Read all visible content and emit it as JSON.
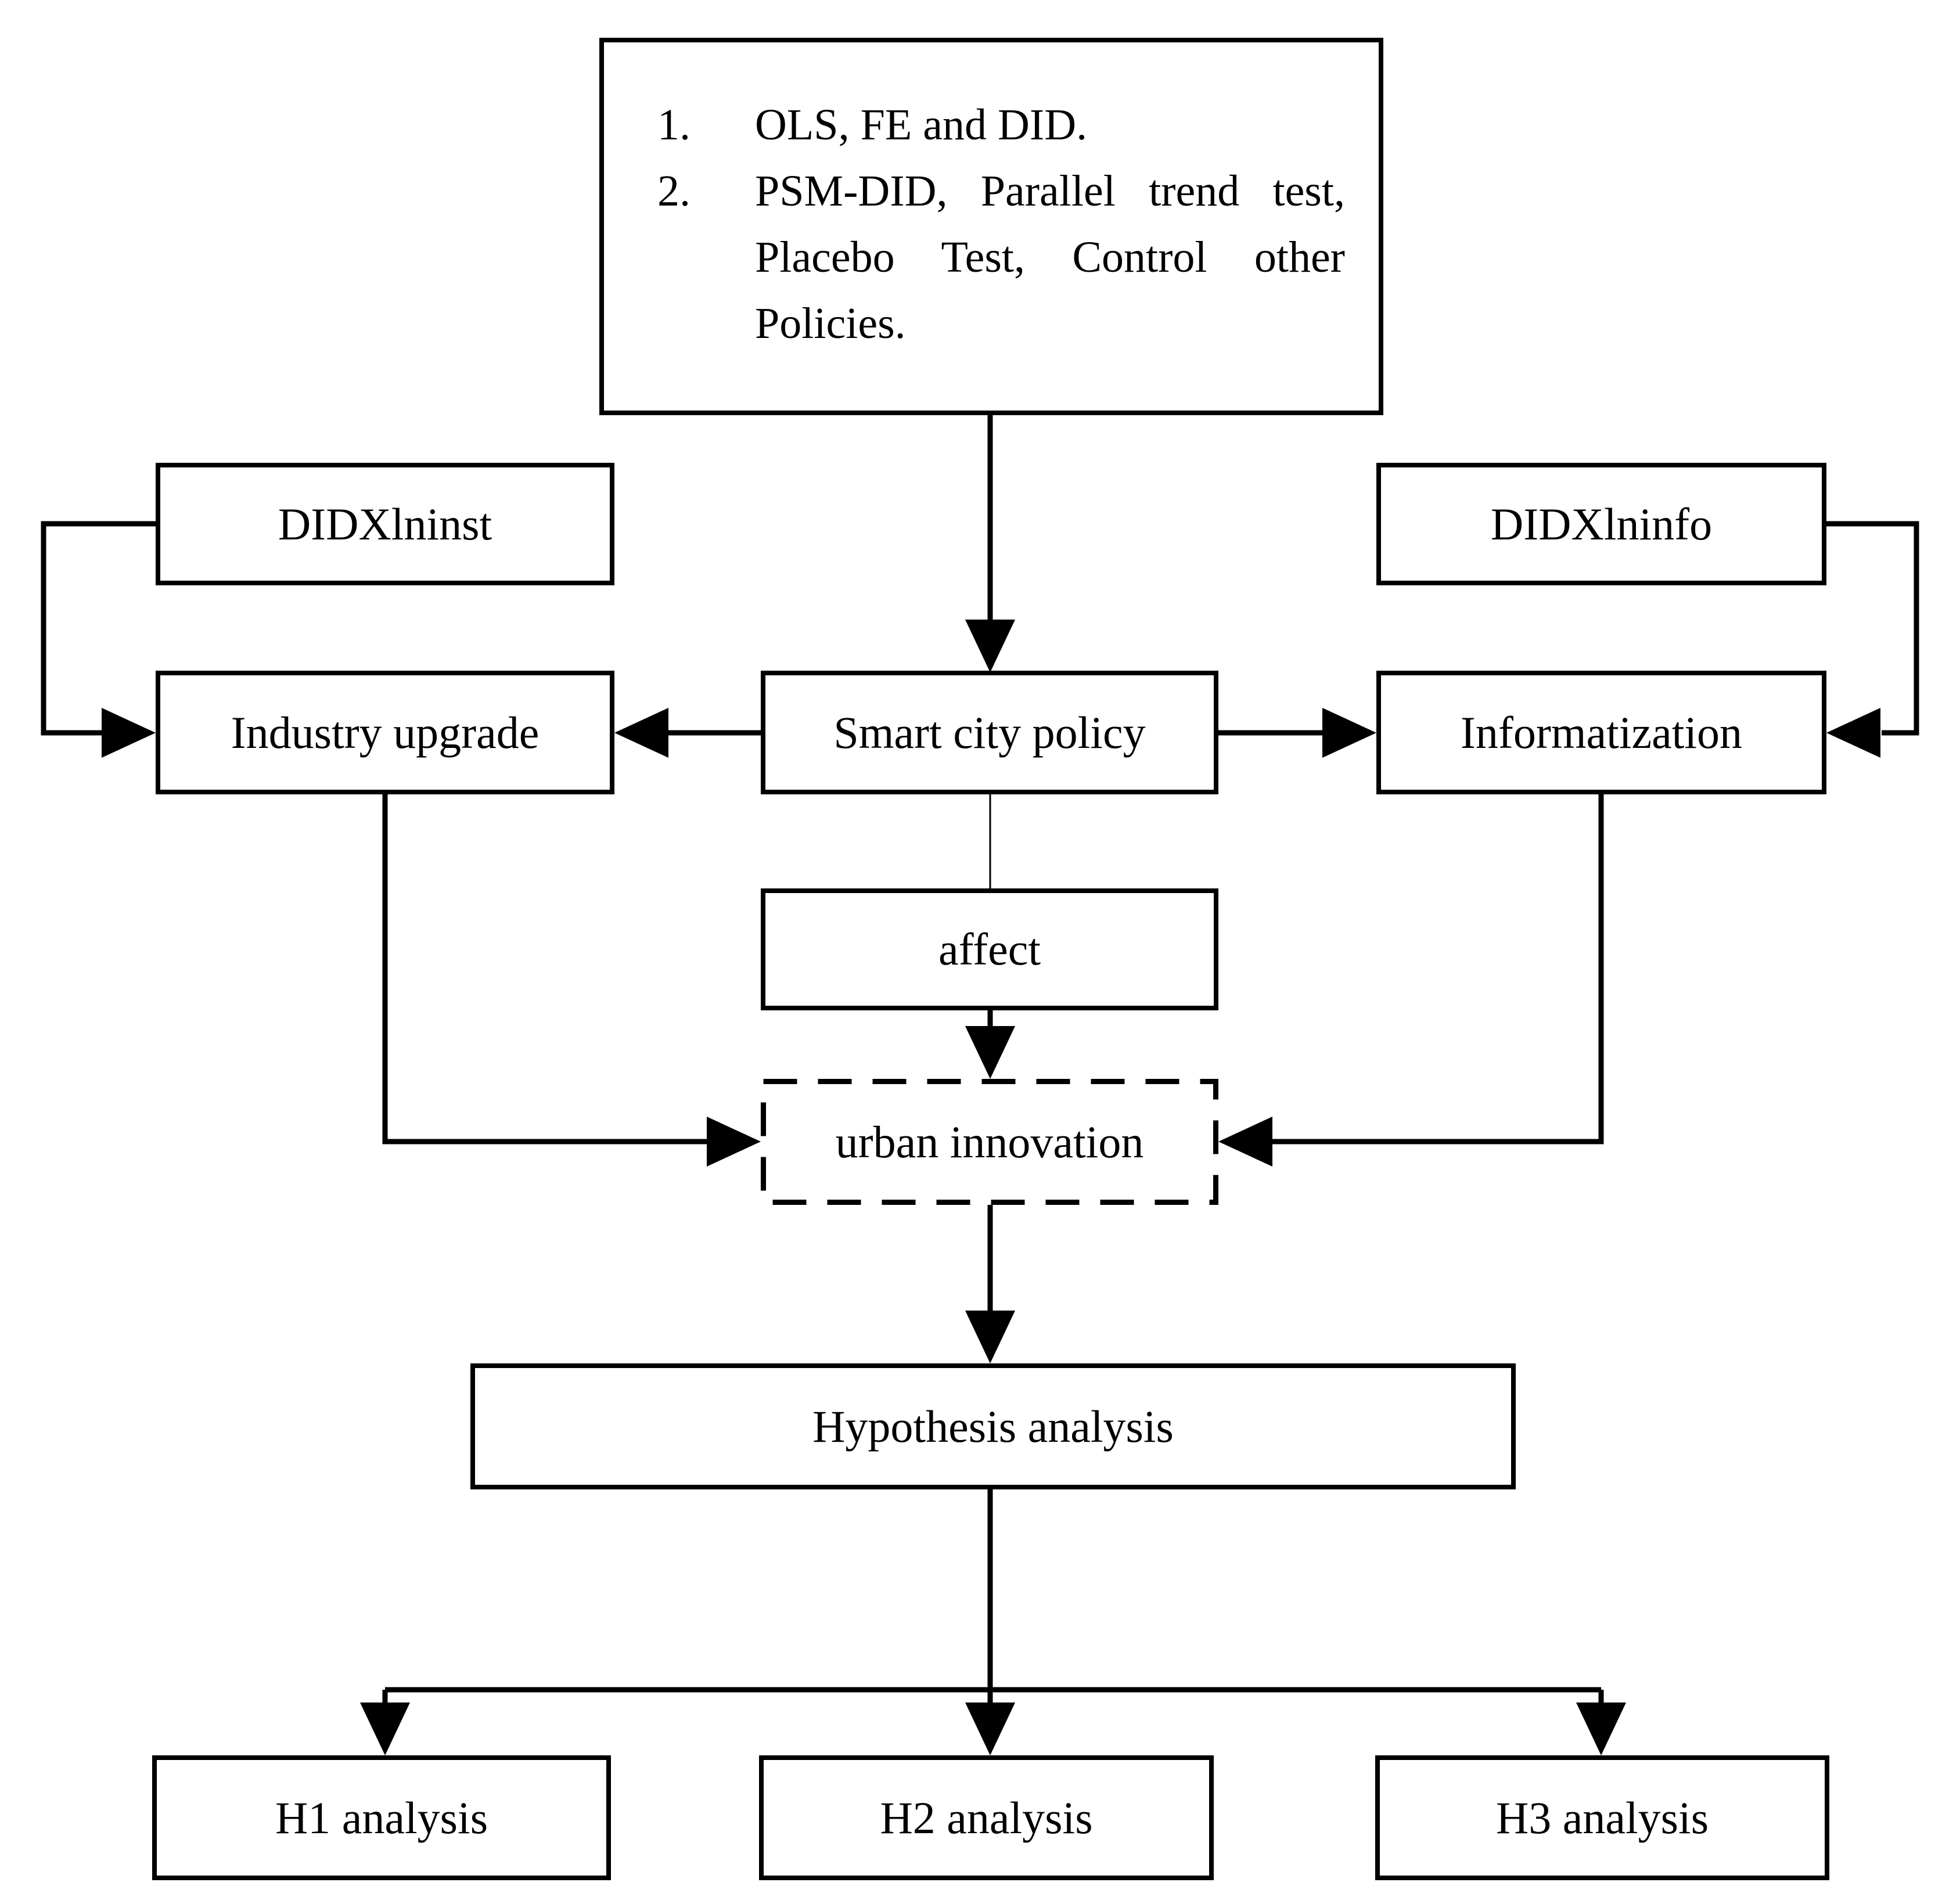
{
  "diagram": {
    "background": "#ffffff",
    "stroke_color": "#000000",
    "nodes": {
      "methods_box": {
        "items": [
          {
            "num": "1.",
            "text": "OLS, FE and DID."
          },
          {
            "num": "2.",
            "text": "PSM-DID, Parallel trend test, Placebo Test, Control other Policies."
          }
        ]
      },
      "didxlninst": {
        "label": "DIDXlninst"
      },
      "didxlninfo": {
        "label": "DIDXlninfo"
      },
      "industry_upgrade": {
        "label": "Industry upgrade"
      },
      "smart_city_policy": {
        "label": "Smart city policy"
      },
      "informatization": {
        "label": "Informatization"
      },
      "affect": {
        "label": "affect"
      },
      "urban_innovation": {
        "label": "urban innovation",
        "border": "dashed"
      },
      "hypothesis_analysis": {
        "label": "Hypothesis analysis"
      },
      "h1_analysis": {
        "label": "H1 analysis"
      },
      "h2_analysis": {
        "label": "H2 analysis"
      },
      "h3_analysis": {
        "label": "H3 analysis"
      }
    },
    "edges": [
      {
        "from": "methods_box",
        "to": "smart_city_policy",
        "style": "arrow"
      },
      {
        "from": "smart_city_policy",
        "to": "industry_upgrade",
        "style": "arrow"
      },
      {
        "from": "smart_city_policy",
        "to": "informatization",
        "style": "arrow"
      },
      {
        "from": "didxlninst",
        "to": "industry_upgrade",
        "style": "arrow"
      },
      {
        "from": "didxlninfo",
        "to": "informatization",
        "style": "arrow"
      },
      {
        "from": "smart_city_policy",
        "to": "affect",
        "style": "line"
      },
      {
        "from": "affect",
        "to": "urban_innovation",
        "style": "arrow"
      },
      {
        "from": "industry_upgrade",
        "to": "urban_innovation",
        "style": "arrow"
      },
      {
        "from": "informatization",
        "to": "urban_innovation",
        "style": "arrow"
      },
      {
        "from": "urban_innovation",
        "to": "hypothesis_analysis",
        "style": "arrow"
      },
      {
        "from": "hypothesis_analysis",
        "to": "h1_analysis",
        "style": "arrow"
      },
      {
        "from": "hypothesis_analysis",
        "to": "h2_analysis",
        "style": "arrow"
      },
      {
        "from": "hypothesis_analysis",
        "to": "h3_analysis",
        "style": "arrow"
      }
    ]
  }
}
